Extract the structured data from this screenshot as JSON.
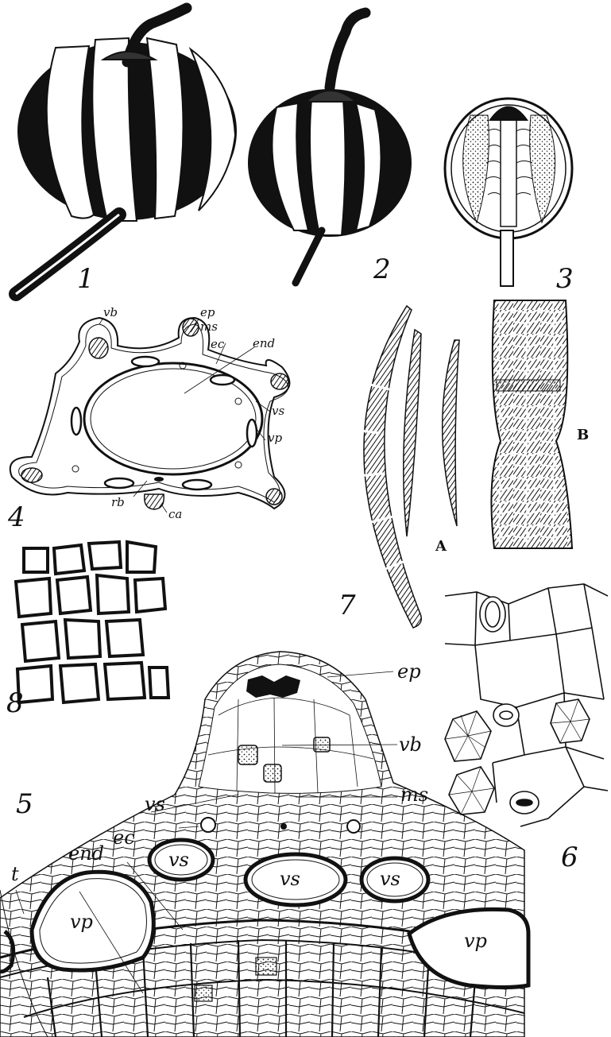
{
  "figures": {
    "fig1": {
      "number": "1"
    },
    "fig2": {
      "number": "2"
    },
    "fig3": {
      "number": "3"
    },
    "fig4": {
      "number": "4",
      "labels": {
        "vb": "vb",
        "ep": "ep",
        "ms": "ms",
        "ec": "ec",
        "end": "end",
        "vs": "vs",
        "vp": "vp",
        "rb": "rb",
        "ca": "ca"
      }
    },
    "fig5": {
      "number": "5",
      "labels": {
        "ep": "ep",
        "vb": "vb",
        "ms": "ms",
        "vs": "vs",
        "ec": "ec",
        "end": "end",
        "t": "t",
        "vp": "vp"
      }
    },
    "fig6": {
      "number": "6"
    },
    "fig7": {
      "number": "7",
      "labels": {
        "A": "A",
        "B": "B"
      }
    },
    "fig8": {
      "number": "8"
    }
  },
  "colors": {
    "ink": "#111111",
    "paper": "#ffffff"
  }
}
